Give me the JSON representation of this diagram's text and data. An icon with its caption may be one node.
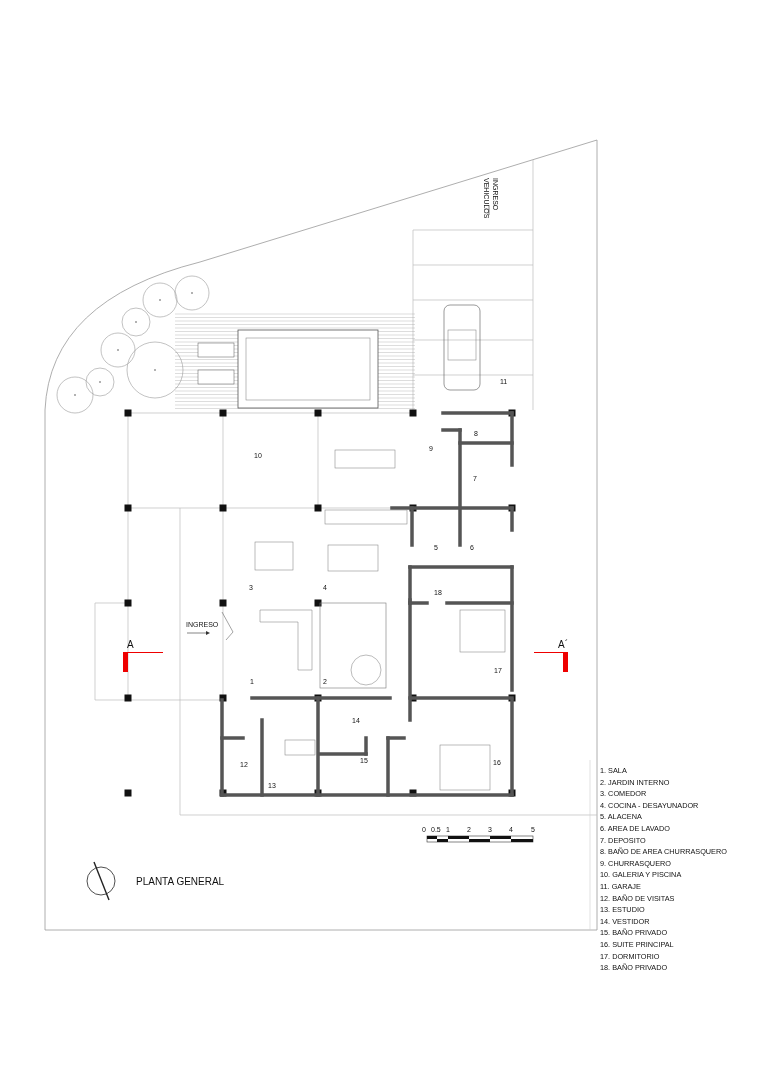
{
  "diagram": {
    "title": "PLANTA GENERAL",
    "labels": [
      "INGRESO VEHICULOS",
      "11",
      "8",
      "10",
      "9",
      "7",
      "5",
      "6",
      "3",
      "4",
      "18",
      "INGRESO",
      "A",
      "A´",
      "17",
      "1",
      "2",
      "14",
      "12",
      "15",
      "16",
      "13",
      "0",
      "0.5",
      "1",
      "2",
      "3",
      "4",
      "5",
      "1. SALA",
      "2. JARDIN INTERNO",
      "3. COMEDOR",
      "4. COCINA - DESAYUNADOR",
      "5. ALACENA",
      "6. AREA DE LAVADO",
      "7. DEPOSITO",
      "8. BAÑO DE AREA CHURRASQUERO",
      "9. CHURRASQUERO",
      "10. GALERIA Y PISCINA",
      "11. GARAJE",
      "12. BAÑO DE VISITAS",
      "13. ESTUDIO",
      "14. VESTIDOR",
      "15. BAÑO PRIVADO",
      "16. SUITE PRINCIPAL",
      "17. DORMITORIO",
      "18. BAÑO PRIVADO"
    ]
  }
}
